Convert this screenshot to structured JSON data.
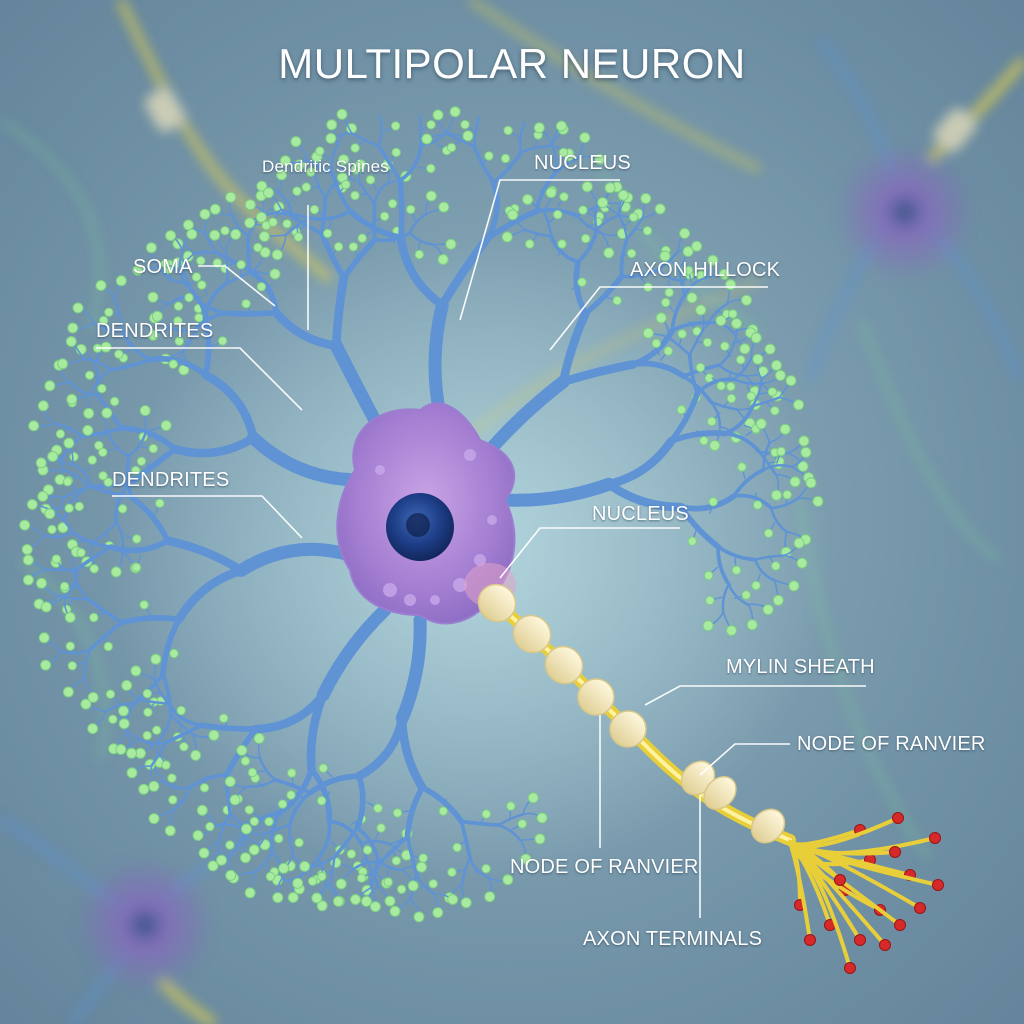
{
  "title": "MULTIPOLAR NEURON",
  "labels": {
    "dendritic_spines": "Dendritic Spines",
    "nucleus_top": "NUCLEUS",
    "soma": "SOMA",
    "axon_hillock": "AXON HILLOCK",
    "dendrites_upper": "DENDRITES",
    "dendrites_lower": "DENDRITES",
    "nucleus_right": "NUCLEUS",
    "mylin_sheath": "MYLIN SHEATH",
    "node_of_ranvier_right": "NODE OF RANVIER",
    "node_of_ranvier_bottom": "NODE OF RANVIER",
    "axon_terminals": "AXON TERMINALS"
  },
  "colors": {
    "soma": "#b48ad6",
    "nucleus": "#1d3d86",
    "dendrite": "#5f93d4",
    "spine": "#a8eaa0",
    "axon": "#e8cf3a",
    "myelin": "#f3e7bd",
    "terminal_bouton": "#d62a2a",
    "leader_line": "#ffffff"
  }
}
